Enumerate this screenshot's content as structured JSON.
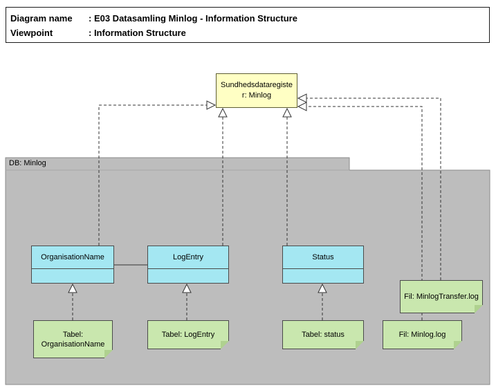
{
  "header": {
    "rows": [
      {
        "label": "Diagram name",
        "value": ": E03 Datasamling Minlog - Information Structure"
      },
      {
        "label": "Viewpoint",
        "value": ": Information Structure"
      }
    ]
  },
  "diagram": {
    "register": {
      "label": "Sundhedsdataregister: Minlog"
    },
    "group": {
      "label": "DB: Minlog"
    },
    "entities": [
      {
        "id": "organisation-name",
        "label": "OrganisationName"
      },
      {
        "id": "log-entry",
        "label": "LogEntry"
      },
      {
        "id": "status",
        "label": "Status"
      }
    ],
    "notes": [
      {
        "id": "tabel-organisation-name",
        "label": "Tabel: OrganisationName"
      },
      {
        "id": "tabel-log-entry",
        "label": "Tabel: LogEntry"
      },
      {
        "id": "tabel-status",
        "label": "Tabel: status"
      },
      {
        "id": "fil-minlog-log",
        "label": "Fil: Minlog.log"
      },
      {
        "id": "fil-minlog-transfer-log",
        "label": "Fil: MinlogTransfer.log"
      }
    ],
    "relations": [
      {
        "from": "OrganisationName",
        "to": "Sundhedsdataregister: Minlog",
        "type": "realization"
      },
      {
        "from": "LogEntry",
        "to": "Sundhedsdataregister: Minlog",
        "type": "realization"
      },
      {
        "from": "Status",
        "to": "Sundhedsdataregister: Minlog",
        "type": "realization"
      },
      {
        "from": "Fil: Minlog.log",
        "to": "Sundhedsdataregister: Minlog",
        "type": "realization"
      },
      {
        "from": "Fil: MinlogTransfer.log",
        "to": "Sundhedsdataregister: Minlog",
        "type": "realization"
      },
      {
        "from": "Tabel: OrganisationName",
        "to": "OrganisationName",
        "type": "realization"
      },
      {
        "from": "Tabel: LogEntry",
        "to": "LogEntry",
        "type": "realization"
      },
      {
        "from": "Tabel: status",
        "to": "Status",
        "type": "realization"
      },
      {
        "from": "OrganisationName",
        "to": "LogEntry",
        "type": "association"
      }
    ],
    "colors": {
      "register_fill": "#FFFFC4",
      "entity_fill": "#A4E7F2",
      "note_fill": "#C9E7AE",
      "group_fill": "#BDBDBD"
    }
  }
}
